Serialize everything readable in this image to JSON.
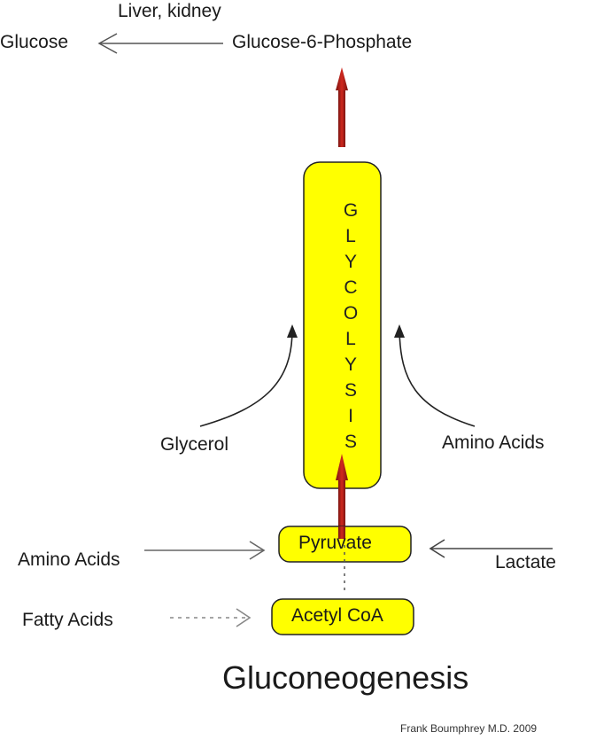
{
  "labels": {
    "liver_kidney": "Liver, kidney",
    "glucose": "Glucose",
    "glucose_6_phosphate": "Glucose-6-Phosphate",
    "glycerol": "Glycerol",
    "amino_acids_right": "Amino Acids",
    "amino_acids_left": "Amino Acids",
    "pyruvate": "Pyruvate",
    "lactate": "Lactate",
    "fatty_acids": "Fatty Acids",
    "acetyl_coa": "Acetyl CoA",
    "title": "Gluconeogenesis",
    "credit": "Frank Boumphrey M.D. 2009"
  },
  "glycolysis_letters": [
    "G",
    "L",
    "Y",
    "C",
    "O",
    "L",
    "Y",
    "S",
    "I",
    "S"
  ],
  "colors": {
    "box_fill": "#ffff00",
    "box_stroke": "#222222",
    "arrow_red": "#c0201a",
    "arrow_red_dark": "#7a1410",
    "line_gray": "#555555"
  }
}
